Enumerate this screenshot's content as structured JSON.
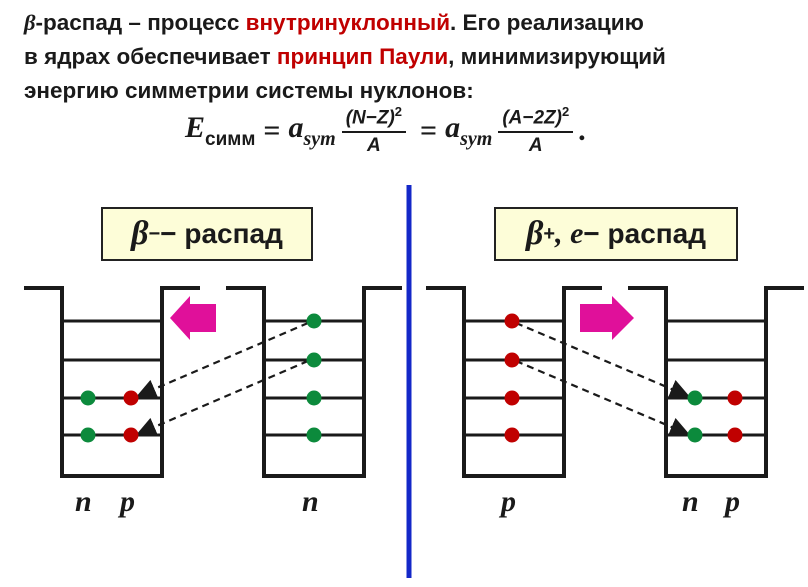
{
  "intro": {
    "beta": "β",
    "part1": "-распад – процесс ",
    "hl1": "внутринуклонный",
    "part2": ". Его реализацию",
    "part3": "в ядрах обеспечивает ",
    "hl2": "принцип Паули",
    "part4": ", минимизирующий",
    "part5": "энергию симметрии системы нуклонов:"
  },
  "formula": {
    "lhs": "E",
    "lhs_sub": "симм",
    "eq": "=",
    "coef": "a",
    "coef_sub": "sym",
    "frac1_num": "(N−Z)",
    "frac1_exp": "2",
    "frac1_den": "A",
    "eq2": "=",
    "coef2": "a",
    "coef2_sub": "sym",
    "frac2_num": "(A−2Z)",
    "frac2_exp": "2",
    "frac2_den": "A",
    "end": "."
  },
  "panels": {
    "left_title_symbol": "β",
    "left_title_sup": "−",
    "left_title_text": " − распад",
    "right_title_symbol": "β",
    "right_title_sup": "+",
    "right_title_mid": ", e",
    "right_title_text": " − распад"
  },
  "labels": {
    "left_n": "n",
    "left_p": "p",
    "left2_n": "n",
    "right_p": "p",
    "right2_n": "n",
    "right2_p": "p"
  },
  "colors": {
    "neutron": "#0c8a3c",
    "proton": "#c00000",
    "arrow_fill": "#e0109a",
    "divider": "#1428c8",
    "box_bg": "#fdfdd8"
  }
}
